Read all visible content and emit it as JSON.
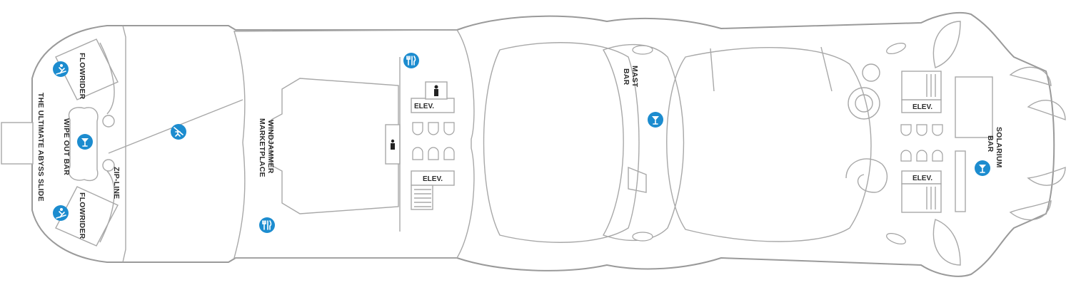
{
  "labels": {
    "slide": "THE ULTIMATE ABYSS SLIDE",
    "flowrider_top": "FLOWRIDER",
    "flowrider_bottom": "FLOWRIDER",
    "wipe_out_bar": "WIPE OUT BAR",
    "zip_line": "ZIP-LINE",
    "windjammer_1": "WINDJAMMER",
    "windjammer_2": "MARKETPLACE",
    "mast_bar_1": "MAST",
    "mast_bar_2": "BAR",
    "solarium_1": "SOLARIUM",
    "solarium_2": "BAR",
    "elev_1": "ELEV.",
    "elev_2": "ELEV.",
    "elev_3": "ELEV.",
    "elev_4": "ELEV."
  },
  "icons": {
    "surf": "surfer-icon",
    "cocktail": "cocktail-icon",
    "dining": "dining-icon",
    "zipline": "zipline-icon",
    "restroom": "restroom-icon"
  },
  "colors": {
    "poi_blue": "#1c8ccf",
    "outline": "#9a9a9a"
  }
}
